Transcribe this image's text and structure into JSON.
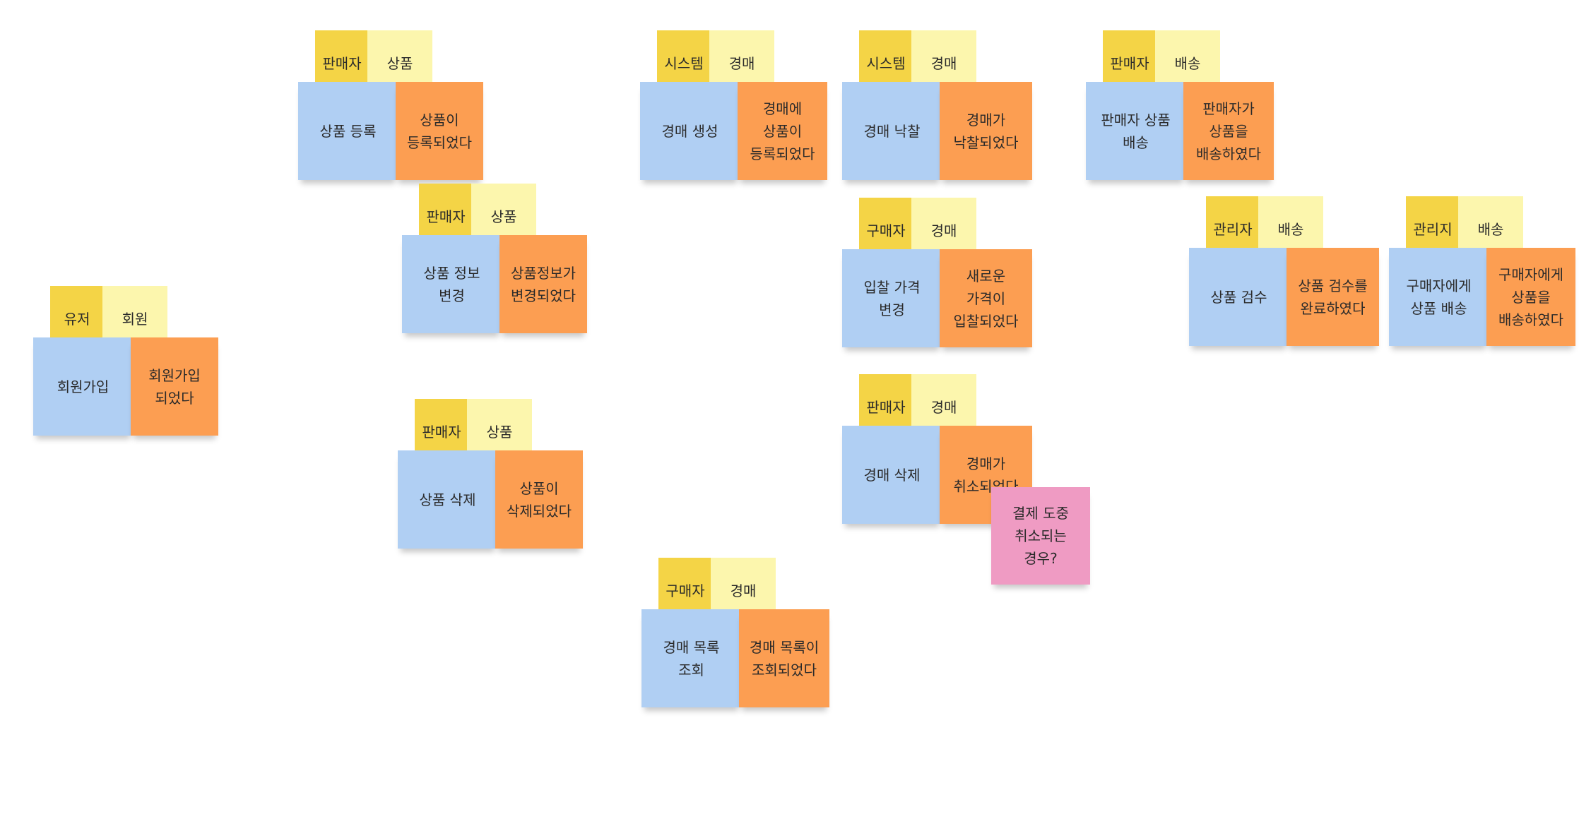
{
  "colors": {
    "command": "#b0cff3",
    "event": "#fc9e52",
    "actor": "#f4d446",
    "aggregate": "#fcf6ad",
    "hotspot": "#ef9bc3"
  },
  "groups": [
    {
      "actor": "유저",
      "aggregate": "회원",
      "command": "회원가입",
      "event": "회원가입\n되었다"
    },
    {
      "actor": "판매자",
      "aggregate": "상품",
      "command": "상품 등록",
      "event": "상품이\n등록되었다"
    },
    {
      "actor": "판매자",
      "aggregate": "상품",
      "command": "상품 정보\n변경",
      "event": "상품정보가\n변경되었다"
    },
    {
      "actor": "판매자",
      "aggregate": "상품",
      "command": "상품 삭제",
      "event": "상품이\n삭제되었다"
    },
    {
      "actor": "시스템",
      "aggregate": "경매",
      "command": "경매 생성",
      "event": "경매에\n상품이\n등록되었다"
    },
    {
      "actor": "구매자",
      "aggregate": "경매",
      "command": "경매 목록\n조회",
      "event": "경매 목록이\n조회되었다"
    },
    {
      "actor": "시스템",
      "aggregate": "경매",
      "command": "경매 낙찰",
      "event": "경매가\n낙찰되었다"
    },
    {
      "actor": "구매자",
      "aggregate": "경매",
      "command": "입찰 가격\n변경",
      "event": "새로운\n가격이\n입찰되었다"
    },
    {
      "actor": "판매자",
      "aggregate": "경매",
      "command": "경매 삭제",
      "event": "경매가\n취소되었다"
    },
    {
      "actor": "판매자",
      "aggregate": "배송",
      "command": "판매자 상품\n배송",
      "event": "판매자가\n상품을\n배송하였다"
    },
    {
      "actor": "관리자",
      "aggregate": "배송",
      "command": "상품 검수",
      "event": "상품 검수를\n완료하였다"
    },
    {
      "actor": "관리지",
      "aggregate": "배송",
      "command": "구매자에게\n상품 배송",
      "event": "구매자에게\n상품을\n배송하였다"
    }
  ],
  "hotspot": {
    "text": "결제 도중\n취소되는\n경우?"
  }
}
